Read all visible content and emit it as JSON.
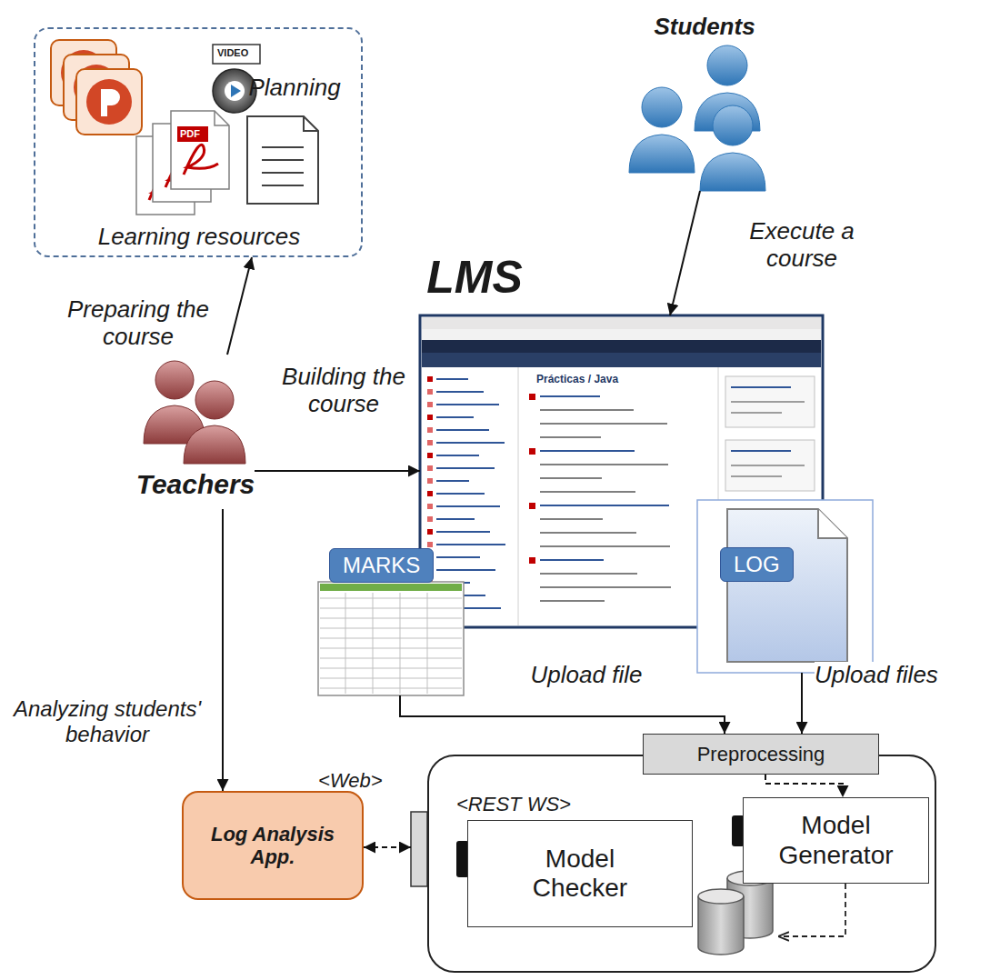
{
  "diagram": {
    "nodes": [
      {
        "text": [
          "Planning",
          "Learning resources"
        ]
      },
      {
        "text": [
          "Students"
        ]
      },
      {
        "text": [
          "LMS"
        ]
      },
      {
        "text": [
          "Teachers"
        ]
      },
      {
        "text": [
          "MARKS"
        ]
      },
      {
        "text": [
          "LOG"
        ]
      },
      {
        "text": [
          "<REST WS>"
        ]
      },
      {
        "text": [
          "Preprocessing"
        ],
        "in": 6
      },
      {
        "text": [
          "Model Checker"
        ],
        "in": 6
      },
      {
        "text": [
          "Model Generator"
        ],
        "in": 6
      },
      {
        "text": [
          "Log Analysis App."
        ]
      }
    ],
    "edges": [
      {
        "from": 3,
        "to": 0,
        "arrow": "to",
        "label": "Preparing the course"
      },
      {
        "from": 3,
        "to": 2,
        "arrow": "to",
        "label": "Building the course"
      },
      {
        "from": 1,
        "to": 2,
        "arrow": "to",
        "label": "Execute a course"
      },
      {
        "from": 3,
        "to": 10,
        "arrow": "to",
        "label": "Analyzing students' behavior"
      },
      {
        "from": 4,
        "to": 7,
        "arrow": "to",
        "label": "Upload file"
      },
      {
        "from": 5,
        "to": 7,
        "arrow": "to",
        "label": "Upload files"
      },
      {
        "from": 7,
        "to": 9,
        "arrow": "to"
      },
      {
        "from": 10,
        "to": 6,
        "arrow": "both"
      }
    ],
    "labels": [
      "<Web>",
      "VIDEO",
      "PDF",
      "Prácticas / Java"
    ]
  }
}
